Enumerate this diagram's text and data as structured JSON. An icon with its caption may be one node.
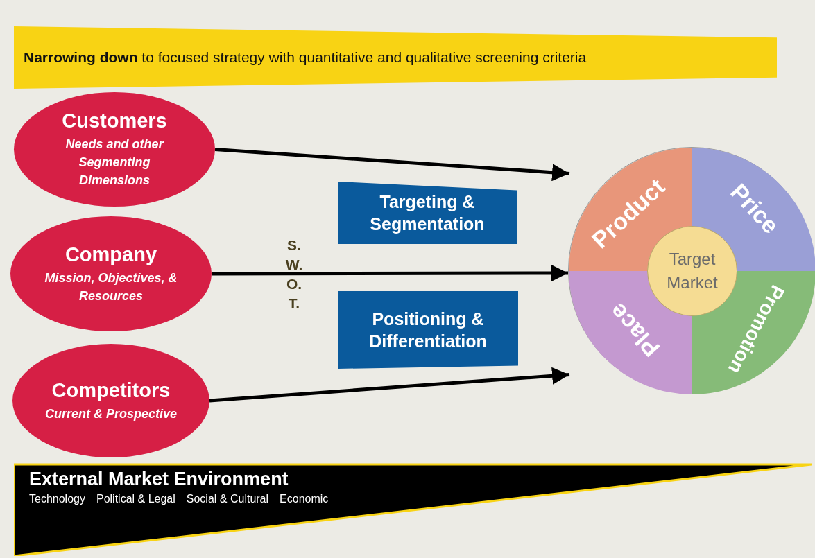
{
  "diagram": {
    "nodes": [
      {
        "text": [
          "**Narrowing down** to focused strategy with quantitative and qualitative screening criteria"
        ]
      },
      {
        "text": [
          "Customers",
          "Needs and other Segmenting Dimensions"
        ]
      },
      {
        "text": [
          "Company",
          "Mission, Objectives, & Resources"
        ]
      },
      {
        "text": [
          "Competitors",
          "Current & Prospective"
        ]
      },
      {
        "text": [
          "Targeting & Segmentation"
        ]
      },
      {
        "text": [
          "Positioning & Differentiation"
        ]
      },
      {
        "text": [],
        "shape": "circle"
      },
      {
        "text": [
          "Product"
        ],
        "in": 6
      },
      {
        "text": [
          "Price"
        ],
        "in": 6
      },
      {
        "text": [
          "Target Market"
        ],
        "in": 6
      },
      {
        "text": [
          "Place"
        ],
        "in": 6
      },
      {
        "text": [
          "Promotion"
        ],
        "in": 6
      },
      {
        "text": [
          "External Market Environment",
          "Technology",
          "Political & Legal",
          "Social & Cultural",
          "Economic"
        ]
      }
    ],
    "edges": [
      {
        "from": 1,
        "to": 6,
        "arrow": "to"
      },
      {
        "from": 2,
        "to": 6,
        "arrow": "to"
      },
      {
        "from": 3,
        "to": 6,
        "arrow": "to"
      }
    ],
    "labels": [
      "S. W. O. T."
    ]
  }
}
